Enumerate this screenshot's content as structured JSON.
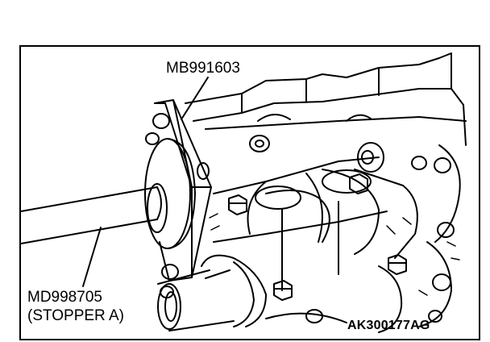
{
  "labels": {
    "tool": "MB991603",
    "part": "MD998705",
    "part_sub": "(STOPPER A)",
    "figure_code": "AK300177AG"
  },
  "colors": {
    "ink": "#000000",
    "paper": "#ffffff"
  }
}
